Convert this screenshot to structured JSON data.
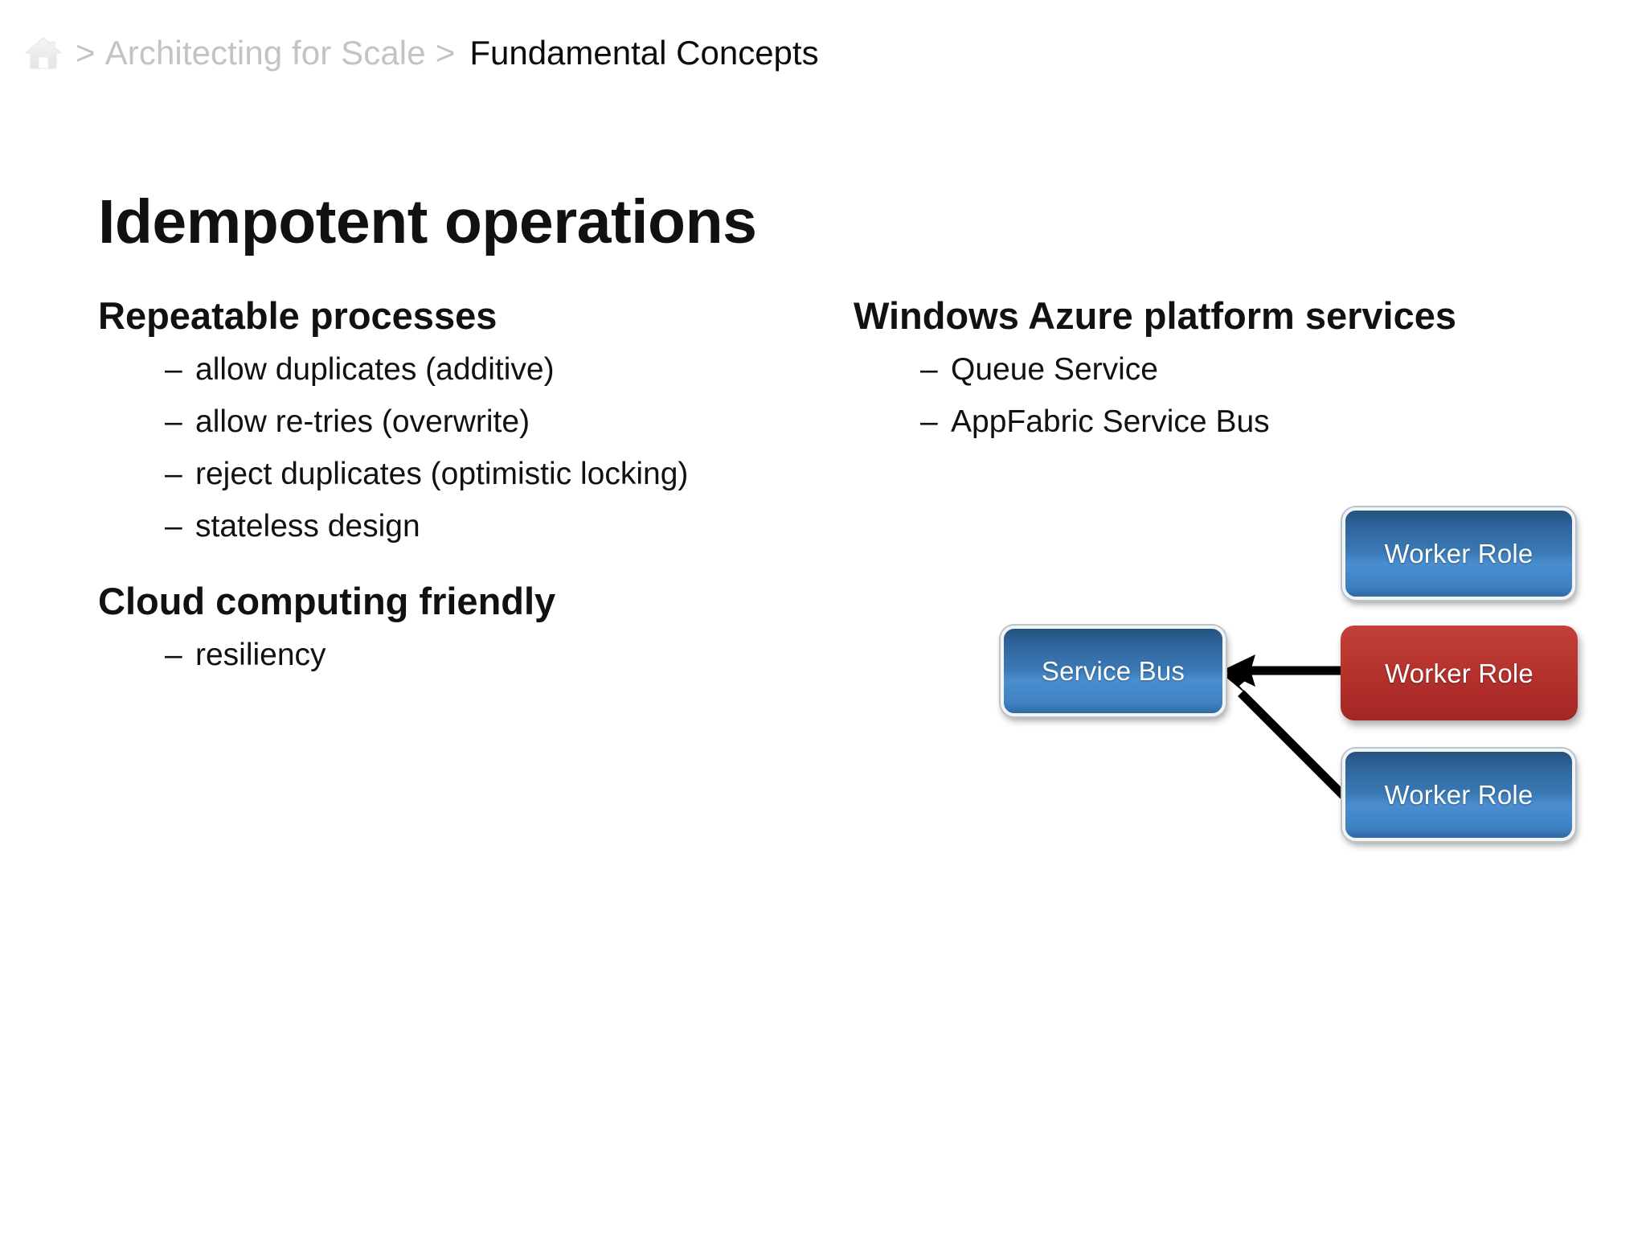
{
  "breadcrumb": {
    "home_icon": "home-icon",
    "separator": ">",
    "parent": "Architecting for Scale",
    "current": "Fundamental Concepts"
  },
  "title": "Idempotent operations",
  "left_column": {
    "groups": [
      {
        "heading": "Repeatable processes",
        "bullet_marker": "–",
        "items": [
          "allow duplicates (additive)",
          "allow re-tries (overwrite)",
          "reject duplicates (optimistic locking)",
          "stateless design"
        ]
      },
      {
        "heading": "Cloud computing friendly",
        "bullet_marker": "–",
        "items": [
          "resiliency"
        ]
      }
    ]
  },
  "right_column": {
    "groups": [
      {
        "heading": "Windows Azure platform services",
        "bullet_marker": "–",
        "items": [
          "Queue Service",
          "AppFabric Service Bus"
        ]
      }
    ]
  },
  "diagram": {
    "nodes": [
      {
        "id": "service-bus",
        "label": "Service Bus",
        "color": "#3a79b5"
      },
      {
        "id": "worker-top",
        "label": "Worker Role",
        "color": "#3a79b5"
      },
      {
        "id": "worker-middle",
        "label": "Worker Role",
        "color": "#b22f2a"
      },
      {
        "id": "worker-bottom",
        "label": "Worker Role",
        "color": "#3a79b5"
      }
    ],
    "edges": [
      {
        "from": "worker-middle",
        "to": "service-bus",
        "style": "straight-arrow"
      },
      {
        "from": "worker-bottom",
        "to": "service-bus",
        "style": "diagonal-arrow"
      }
    ],
    "arrow_color": "#000000"
  },
  "colors": {
    "background": "#ffffff",
    "text": "#111111",
    "breadcrumb_muted": "#c3c3c3",
    "node_blue": "#3a79b5",
    "node_red": "#b22f2a"
  }
}
